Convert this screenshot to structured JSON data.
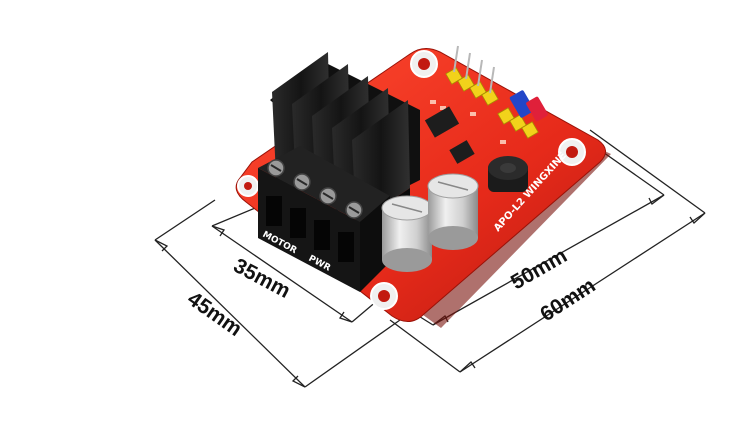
{
  "dimensions": {
    "inner_short": "35mm",
    "outer_short": "45mm",
    "inner_long": "50mm",
    "outer_long": "60mm"
  },
  "board_labels": {
    "motor": "MOTOR",
    "pwr": "PWR",
    "model": "APO-L2 WINGXINE"
  },
  "colors": {
    "pcb": "#e62a1a",
    "heatsink": "#1b1b1b",
    "terminal": "#151515",
    "capacitor": "#d8d8d8",
    "header_pins": "#f2d21b",
    "jumper_blue": "#2346c8",
    "jumper_red": "#e0203a",
    "dimension_line": "#222222"
  }
}
